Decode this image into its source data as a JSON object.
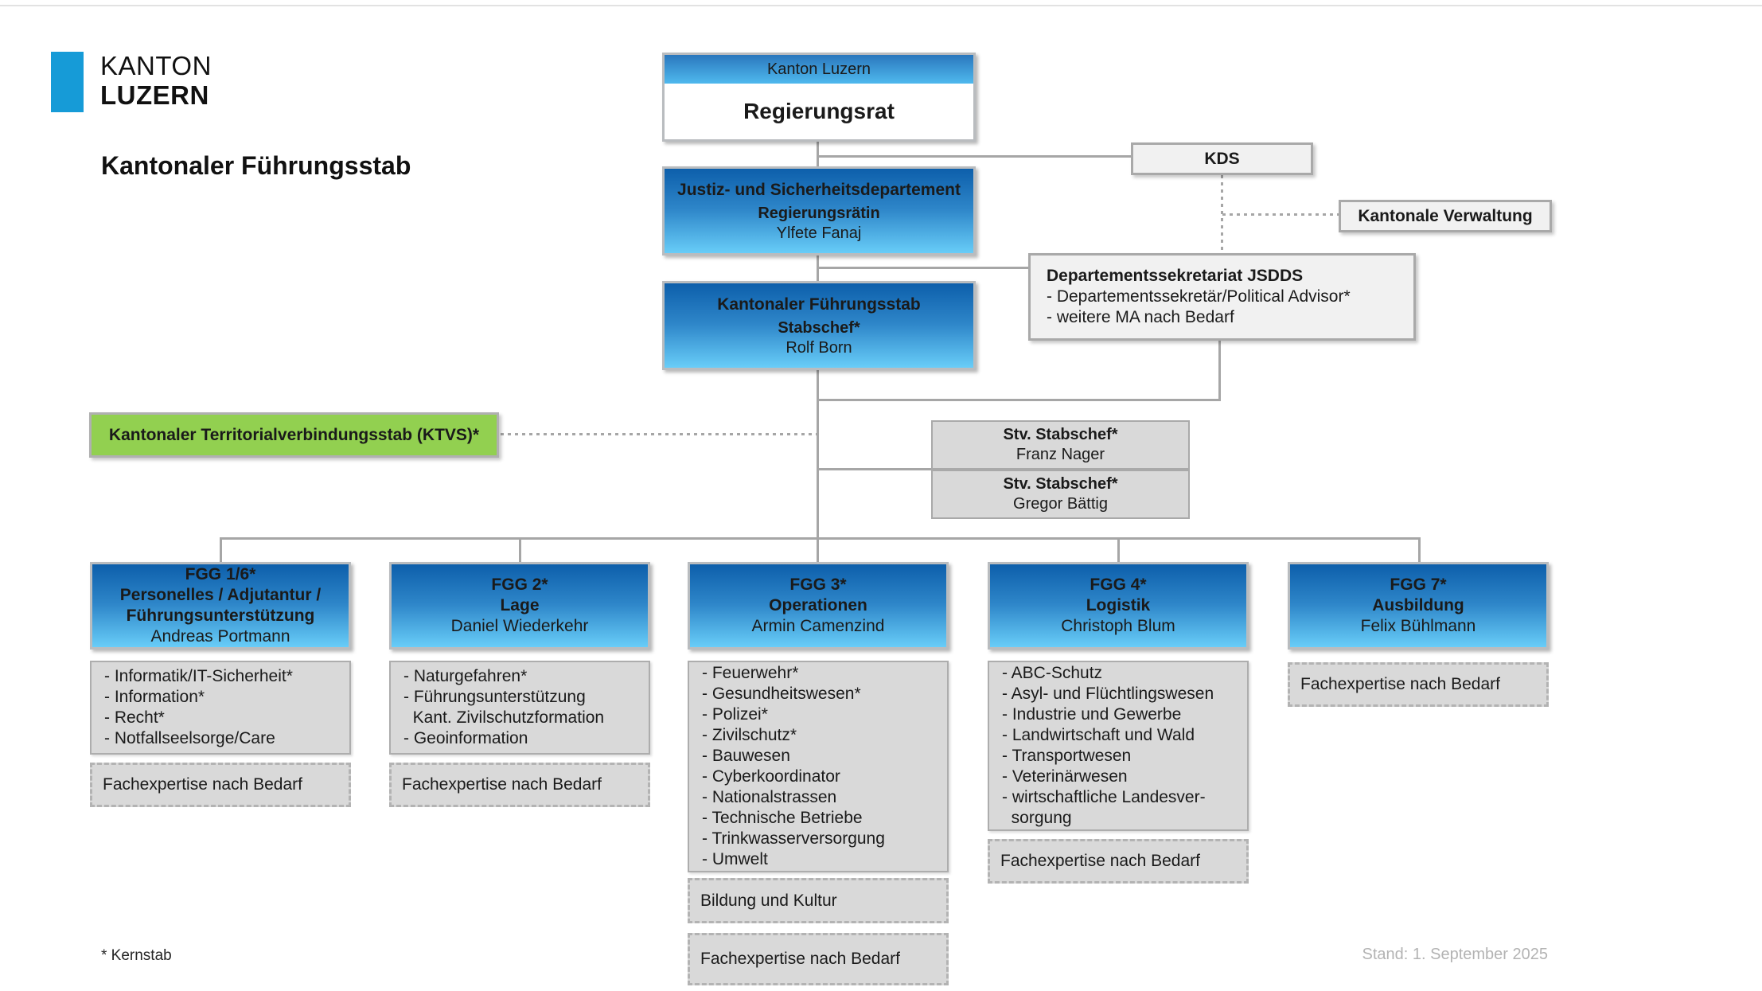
{
  "page": {
    "logo_line1": "KANTON",
    "logo_line2": "LUZERN",
    "title": "Kantonaler Führungsstab",
    "footnote": "* Kernstab",
    "stand": "Stand: 1. September 2025"
  },
  "colors": {
    "brand_blue": "#169bd7",
    "box_gradient_top": "#0d5fab",
    "box_gradient_bottom": "#68cdf8",
    "green": "#92d050",
    "gray_fill_light": "#f1f1f1",
    "gray_fill_mid": "#d9d9d9",
    "line_gray": "#a6a6a6"
  },
  "org": {
    "regierungsrat": {
      "header": "Kanton Luzern",
      "title": "Regierungsrat"
    },
    "kds": {
      "title": "KDS"
    },
    "kantonale_verwaltung": {
      "title": "Kantonale Verwaltung"
    },
    "justiz": {
      "title": "Justiz- und Sicherheitsdepartement",
      "role": "Regierungsrätin",
      "person": "Ylfete Fanaj"
    },
    "jsdds": {
      "title": "Departementssekretariat JSDDS",
      "items": [
        "- Departementssekretär/Political Advisor*",
        "- weitere MA nach Bedarf"
      ]
    },
    "fuehrungsstab": {
      "title": "Kantonaler Führungsstab",
      "role": "Stabschef*",
      "person": "Rolf Born"
    },
    "ktvs": {
      "title": "Kantonaler Territorialverbindungsstab (KTVS)*"
    },
    "stv": [
      {
        "role": "Stv. Stabschef*",
        "person": "Franz Nager"
      },
      {
        "role": "Stv. Stabschef*",
        "person": "Gregor Bättig"
      }
    ],
    "fgg": [
      {
        "lines": [
          "FGG 1/6*",
          "Personelles / Adjutantur /",
          "Führungsunterstützung"
        ],
        "person": "Andreas Portmann",
        "items": [
          "- Informatik/IT-Sicherheit*",
          "- Information*",
          "- Recht*",
          "- Notfallseelsorge/Care"
        ],
        "extras": [
          "Fachexpertise nach Bedarf"
        ]
      },
      {
        "lines": [
          "FGG 2*",
          "Lage"
        ],
        "person": "Daniel Wiederkehr",
        "items": [
          "- Naturgefahren*",
          "- Führungsunterstützung",
          "  Kant. Zivilschutzformation",
          "- Geoinformation"
        ],
        "extras": [
          "Fachexpertise nach Bedarf"
        ]
      },
      {
        "lines": [
          "FGG 3*",
          "Operationen"
        ],
        "person": "Armin Camenzind",
        "items": [
          "- Feuerwehr*",
          "- Gesundheitswesen*",
          "- Polizei*",
          "- Zivilschutz*",
          "- Bauwesen",
          "- Cyberkoordinator",
          "- Nationalstrassen",
          "- Technische Betriebe",
          "- Trinkwasserversorgung",
          "- Umwelt"
        ],
        "extras": [
          "Bildung und Kultur",
          "Fachexpertise nach Bedarf"
        ]
      },
      {
        "lines": [
          "FGG 4*",
          "Logistik"
        ],
        "person": "Christoph Blum",
        "items": [
          "- ABC-Schutz",
          "- Asyl- und Flüchtlingswesen",
          "- Industrie und Gewerbe",
          "- Landwirtschaft und Wald",
          "- Transportwesen",
          "- Veterinärwesen",
          "- wirtschaftliche Landesver-",
          "  sorgung"
        ],
        "extras": [
          "Fachexpertise nach Bedarf"
        ]
      },
      {
        "lines": [
          "FGG 7*",
          "Ausbildung"
        ],
        "person": "Felix Bühlmann",
        "items": null,
        "extras": [
          "Fachexpertise nach Bedarf"
        ]
      }
    ]
  }
}
